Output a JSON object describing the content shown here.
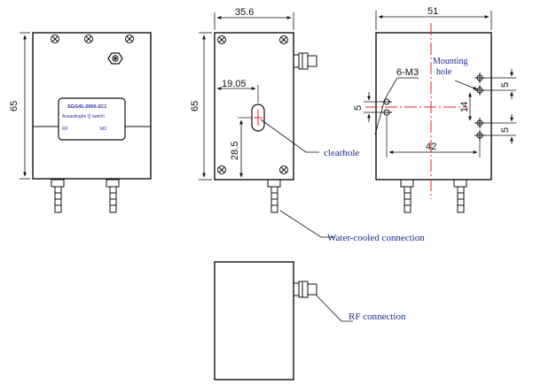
{
  "front_view": {
    "dim_height": "65",
    "plate_model": "SGG41-2000-2C1",
    "plate_brand": "Assaulinghe Q switch",
    "plate_left": "RF",
    "plate_right": "M3"
  },
  "side_view": {
    "dim_width": "35.6",
    "dim_height": "65",
    "dim_hole_x": "19.05",
    "dim_hole_y": "28.5",
    "label_clearhole": "clearhole",
    "label_water": "Water-cooled connection"
  },
  "back_view": {
    "dim_width": "51",
    "dim_hole_spacing": "42",
    "dim_mid": "14",
    "dim_5_left": "5",
    "dim_5_top": "5",
    "dim_5_bottom": "5",
    "label_thread": "6-M3",
    "label_mounting_line1": "Mounting",
    "label_mounting_line2": "hole"
  },
  "bottom_view": {
    "label_rf": "RF connection"
  },
  "colors": {
    "line": "#111111",
    "red_center": "#e8262d",
    "blue_label": "#1a2a8a"
  }
}
